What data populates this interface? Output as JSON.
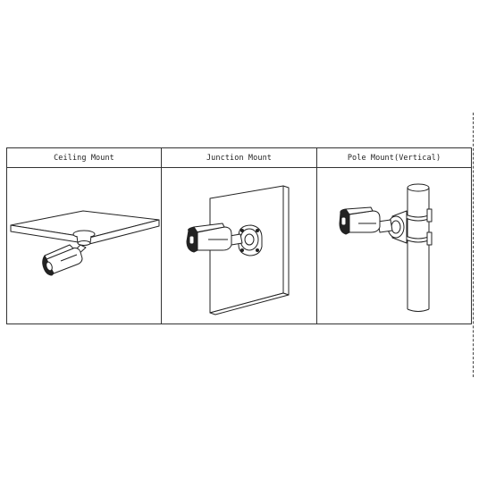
{
  "mounts": [
    {
      "label": "Ceiling Mount",
      "illustration": "ceiling-mount-camera"
    },
    {
      "label": "Junction Mount",
      "illustration": "junction-box-wall-camera"
    },
    {
      "label": "Pole Mount(Vertical)",
      "illustration": "vertical-pole-camera"
    }
  ]
}
